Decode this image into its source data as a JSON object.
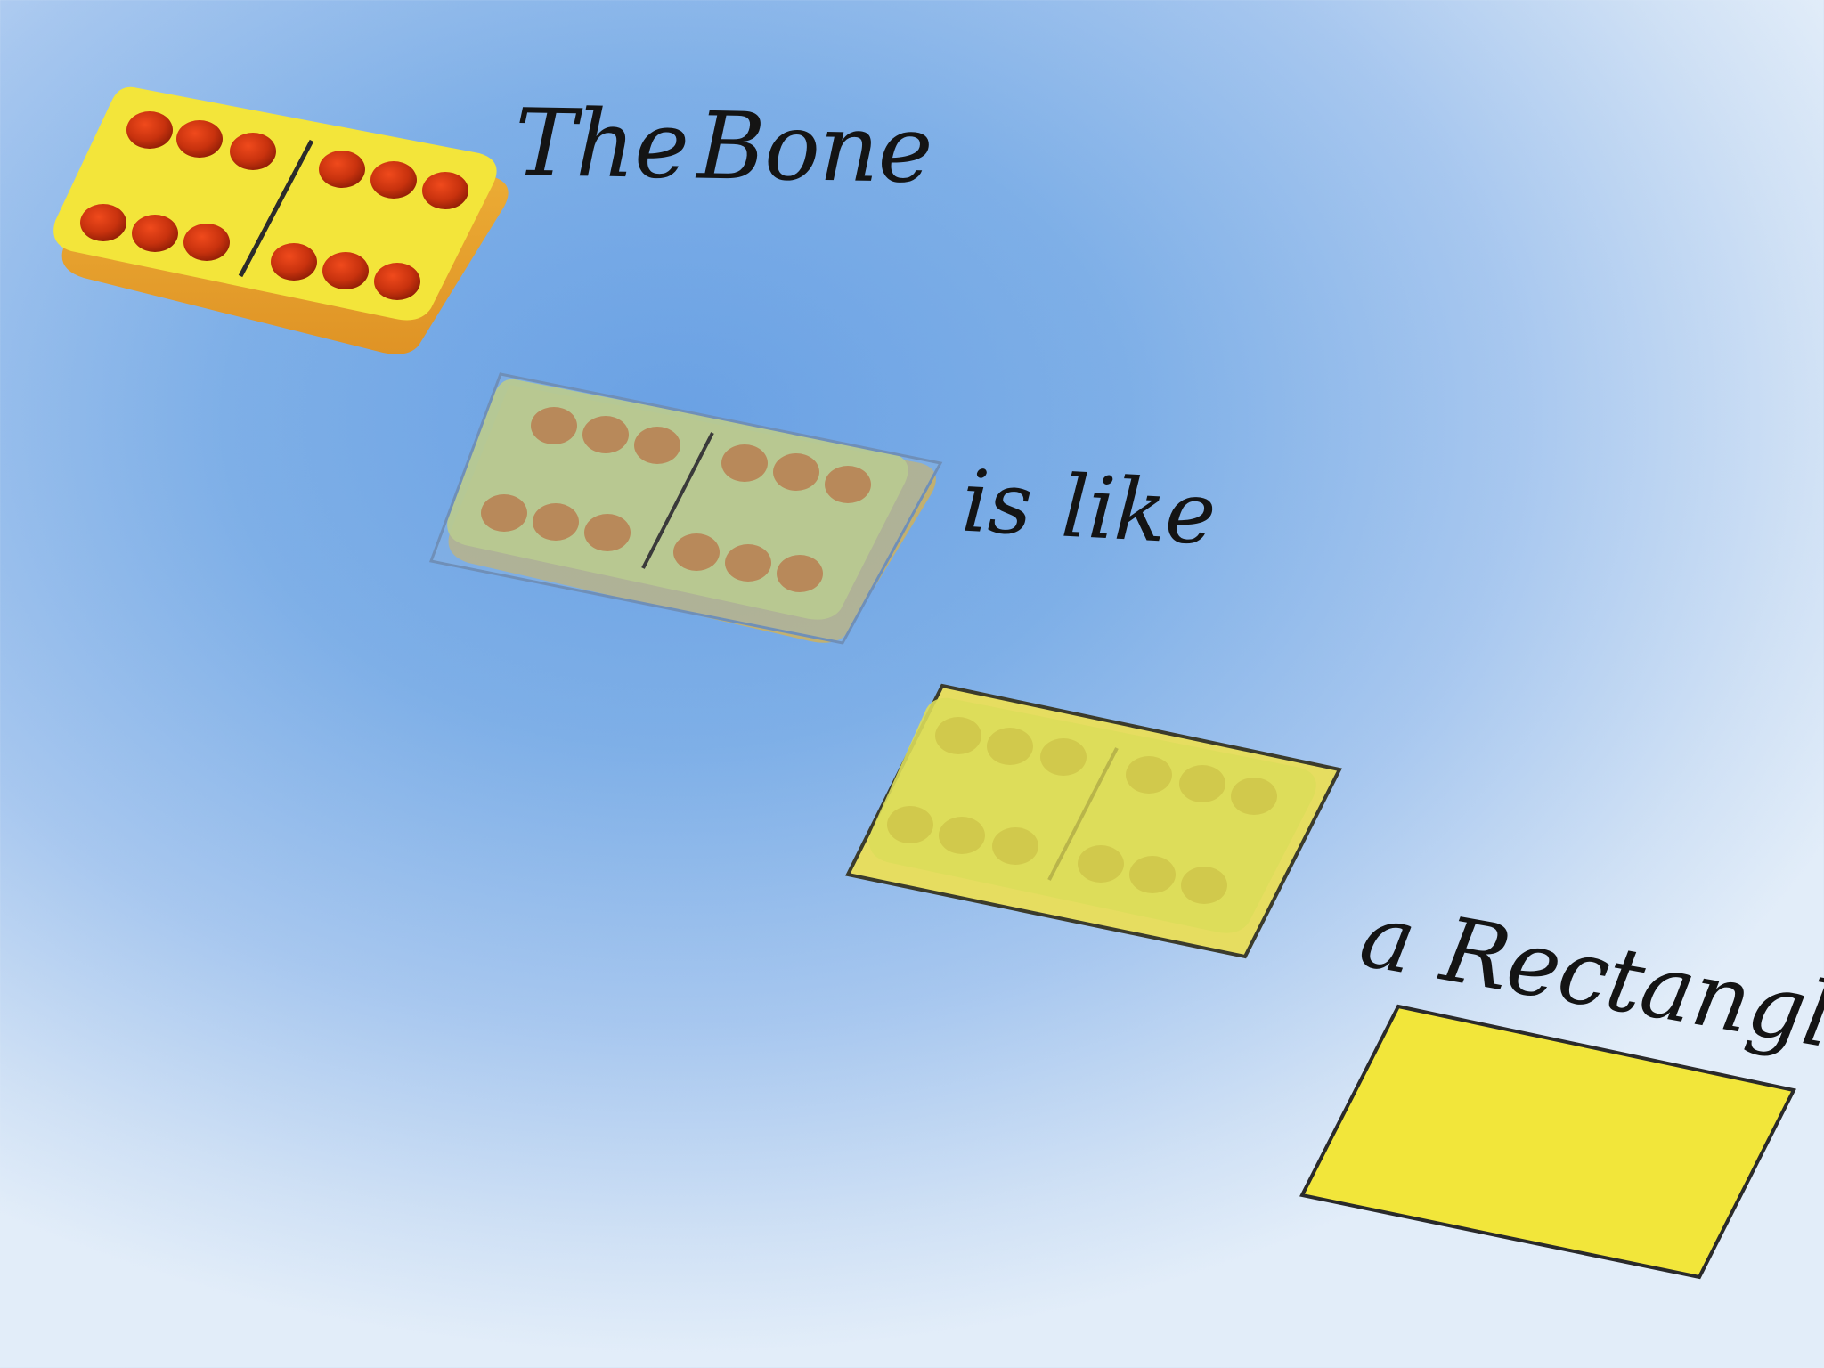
{
  "captions": {
    "part1_word1": "The",
    "part1_word2": "Bone",
    "part2_word1": "is",
    "part2_word2": "like",
    "part3_word1": "a",
    "part3_word2": "Rectangle"
  },
  "colors": {
    "domino_face": "#f3e53a",
    "domino_side": "#e8a52b",
    "pip_red": "#c9330e",
    "faded_domino_face": "#cfd466",
    "faded_pip": "#b8895a",
    "flat_face": "#e2df5c",
    "rectangle_fill": "#f2e63a",
    "outline": "#2a2a2a",
    "text": "#141414"
  },
  "icons": {
    "step1": "domino-double-six-icon",
    "step2": "domino-translucent-overlay-icon",
    "step3": "domino-flattened-icon",
    "step4": "rectangle-shape-icon"
  }
}
